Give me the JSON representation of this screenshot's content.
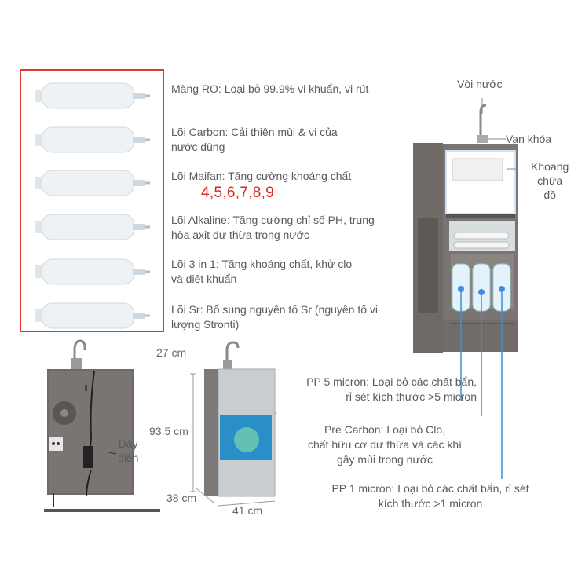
{
  "filters_panel": {
    "items": [
      {
        "line1": "Màng RO: Loại bỏ 99.9% vi khuẩn, vi rút",
        "line2": ""
      },
      {
        "line1": "Lõi Carbon: Cải thiện mùi & vị của",
        "line2": "nước dùng"
      },
      {
        "line1": "Lõi Maifan: Tăng cường khoáng chất",
        "line2": ""
      },
      {
        "line1": "Lõi Alkaline: Tăng cường chỉ số PH, trung",
        "line2": "hòa axit dư thừa trong nước"
      },
      {
        "line1": "Lõi 3 in 1: Tăng khoáng chất, khử clo",
        "line2": "và diệt khuẩn"
      },
      {
        "line1": "Lõi Sr: Bổ sung nguyên tố Sr (nguyên tố vi",
        "line2": "lượng Stronti)"
      }
    ],
    "stage_numbers": "4,5,6,7,8,9"
  },
  "back_view": {
    "cord_label_line1": "Dây",
    "cord_label_line2": "điện"
  },
  "dimensions": {
    "faucet_height": "27 cm",
    "body_height": "93.5 cm",
    "depth": "38 cm",
    "width": "41 cm"
  },
  "open_view": {
    "faucet": "Vòi nước",
    "valve": "Van khóa",
    "storage_line1": "Khoang",
    "storage_line2": "chứa",
    "storage_line3": "đồ"
  },
  "pre_filters": [
    {
      "line1": "PP 5 micron: Loại bỏ các chất bẩn,",
      "line2": "rỉ sét kích thước >5 micron",
      "line3": ""
    },
    {
      "line1": "Pre Carbon: Loại bỏ Clo,",
      "line2": "chất hữu cơ dư thừa và các khí",
      "line3": "gây mùi trong nước"
    },
    {
      "line1": "PP 1 micron: Loại bỏ các chất bẩn, rỉ sét",
      "line2": "kích thước >1 micron",
      "line3": ""
    }
  ],
  "colors": {
    "accent_red": "#d7261c",
    "box_border": "#e03a2f",
    "pointer_blue": "#3c8fd8",
    "cabinet": "#6f6a66"
  }
}
